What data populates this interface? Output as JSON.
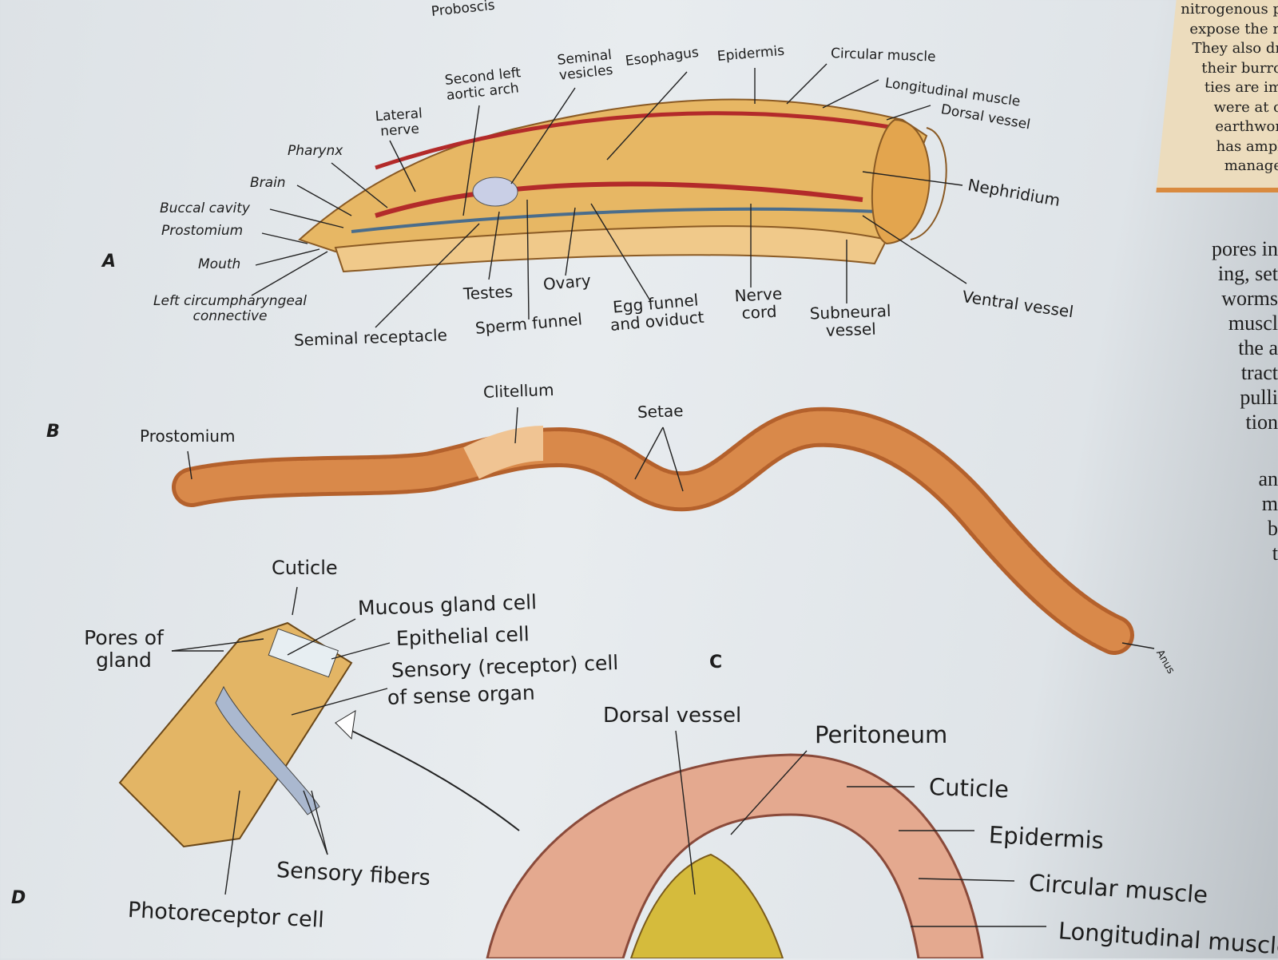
{
  "figure_letters": {
    "a": "A",
    "b": "B",
    "c": "C",
    "d": "D"
  },
  "part_a": {
    "top_cut_label": "Proboscis",
    "labels": {
      "second_left_aortic_arch": "Second left aortic arch",
      "seminal_vesicles": "Seminal vesicles",
      "esophagus": "Esophagus",
      "epidermis": "Epidermis",
      "circular_muscle": "Circular muscle",
      "longitudinal_muscle": "Longitudinal muscle",
      "dorsal_vessel": "Dorsal vessel",
      "lateral_nerve": "Lateral nerve",
      "pharynx": "Pharynx",
      "brain": "Brain",
      "buccal_cavity": "Buccal cavity",
      "prostomium": "Prostomium",
      "mouth": "Mouth",
      "left_circumpharyngeal_connective": "Left circumpharyngeal connective",
      "seminal_receptacle": "Seminal receptacle",
      "testes": "Testes",
      "sperm_funnel": "Sperm funnel",
      "ovary": "Ovary",
      "egg_funnel_and_oviduct": "Egg funnel and oviduct",
      "nerve_cord": "Nerve cord",
      "subneural_vessel": "Subneural vessel",
      "nephridium": "Nephridium",
      "ventral_vessel": "Ventral vessel"
    }
  },
  "part_b": {
    "prostomium": "Prostomium",
    "clitellum": "Clitellum",
    "setae": "Setae",
    "anus": "Anus"
  },
  "part_c": {
    "dorsal_vessel": "Dorsal vessel",
    "peritoneum": "Peritoneum",
    "cuticle": "Cuticle",
    "epidermis": "Epidermis",
    "circular_muscle": "Circular muscle",
    "longitudinal_muscle": "Longitudinal muscle"
  },
  "part_d": {
    "cuticle": "Cuticle",
    "mucous_gland_cell": "Mucous gland cell",
    "pores_of_gland": "Pores of gland",
    "epithelial_cell": "Epithelial cell",
    "sensory_cell": "Sensory (receptor) cell",
    "sense_organ": "of sense organ",
    "sensory_fibers": "Sensory fibers",
    "photoreceptor_cell": "Photoreceptor cell"
  },
  "side_text_box": [
    "nitrogenous p",
    "expose the n",
    "They also dr",
    "their burro",
    "ties are im",
    "were at o",
    "earthwor",
    "has ampl",
    "manage"
  ],
  "side_text": [
    "pores in",
    "ing, set",
    "worms",
    "muscl",
    "the a",
    "tract",
    "pulli",
    "tion",
    "an",
    "m",
    "b",
    "t"
  ],
  "colors": {
    "worm": "#d9894a",
    "worm_dark": "#b4612c",
    "clitellum": "#f0c493",
    "vessel": "#b32a2a",
    "page": "#e3e7ea",
    "box": "#ecdcbd",
    "box_rule": "#d98a3f"
  }
}
